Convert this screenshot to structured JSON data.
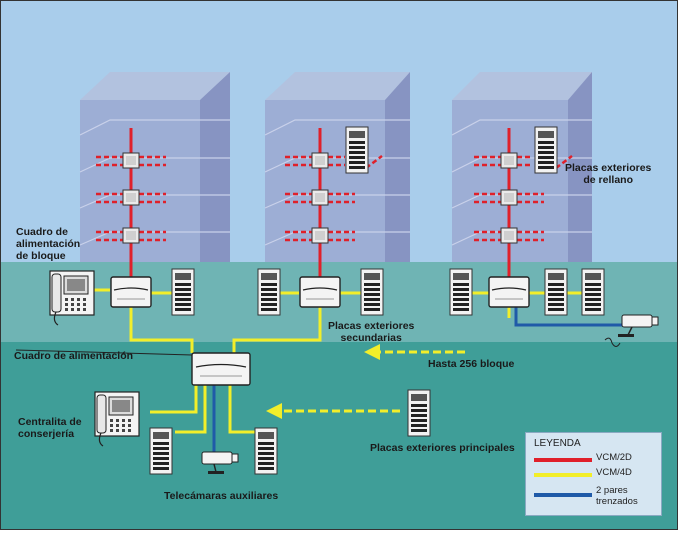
{
  "labels": {
    "cuadro_bloque": [
      "Cuadro de",
      "alimentación",
      "de bloque"
    ],
    "cuadro_alimentacion": "Cuadro de alimentación",
    "placas_rellano": [
      "Placas exteriores",
      "de rellano"
    ],
    "placas_secundarias": [
      "Placas exteriores",
      "secundarias"
    ],
    "hasta": "Hasta 256 bloque",
    "centralita": [
      "Centralita de",
      "conserjería"
    ],
    "placas_principales": "Placas exteriores principales",
    "telecamaras": "Telecámaras auxiliares"
  },
  "legend": {
    "title": "LEYENDA",
    "items": [
      {
        "label": "VCM/2D",
        "color": "#e0202a"
      },
      {
        "label": "VCM/4D",
        "color": "#f2ee2a"
      },
      {
        "label": "2 pares trenzados",
        "color": "#1f5aa8"
      }
    ]
  },
  "colors": {
    "sky": "#a9cdeb",
    "ground_upper": "#6fb4b4",
    "ground_lower": "#3f9e98",
    "building": "#9aa6cf",
    "red_wire": "#e0202a",
    "yellow_wire": "#f2ee2a",
    "blue_wire": "#1f5aa8"
  }
}
